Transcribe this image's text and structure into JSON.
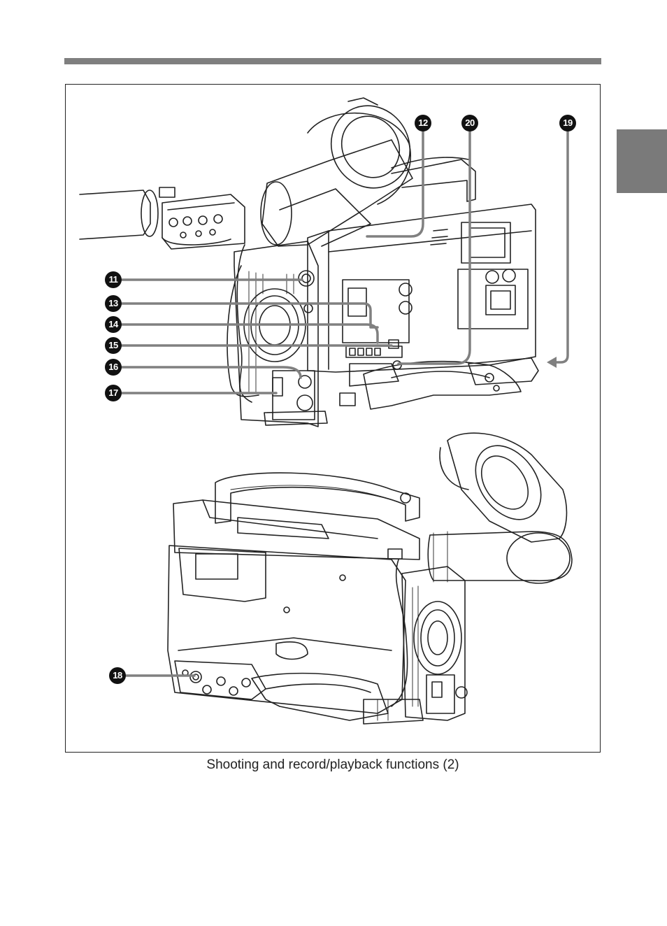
{
  "figure": {
    "caption": "Shooting and record/playback functions (2)",
    "callouts": [
      {
        "id": "c11",
        "number": "11"
      },
      {
        "id": "c12",
        "number": "12"
      },
      {
        "id": "c13",
        "number": "13"
      },
      {
        "id": "c14",
        "number": "14"
      },
      {
        "id": "c15",
        "number": "15"
      },
      {
        "id": "c16",
        "number": "16"
      },
      {
        "id": "c17",
        "number": "17"
      },
      {
        "id": "c18",
        "number": "18"
      },
      {
        "id": "c19",
        "number": "19"
      },
      {
        "id": "c20",
        "number": "20"
      }
    ]
  },
  "colors": {
    "rule": "#7f7f7f",
    "tab": "#7a7a7a",
    "leader": "#808080",
    "ink": "#222222"
  }
}
